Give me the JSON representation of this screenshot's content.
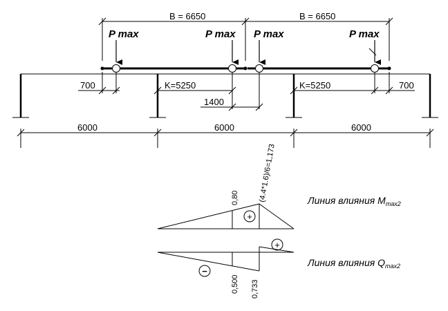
{
  "crane": {
    "b_left": "B = 6650",
    "b_right": "B = 6650",
    "load_label": "P max",
    "k_left": "K=5250",
    "k_right": "K=5250",
    "offset_left": "700",
    "offset_right": "700",
    "offset_center": "1400"
  },
  "spans": [
    "6000",
    "6000",
    "6000"
  ],
  "influence": {
    "m_formula": "(4.4*1.6)/6=1,173",
    "m_ordinate": "0,80",
    "m_sign": "+",
    "m_caption": "Линия влияния M",
    "m_subscript": "max2",
    "q_ordinate_1": "0,500",
    "q_ordinate_2": "0,733",
    "q_sign_pos": "+",
    "q_sign_neg": "−",
    "q_caption": "Линия влияния Q",
    "q_subscript": "max2"
  },
  "colors": {
    "line": "#000000",
    "background": "#ffffff"
  }
}
